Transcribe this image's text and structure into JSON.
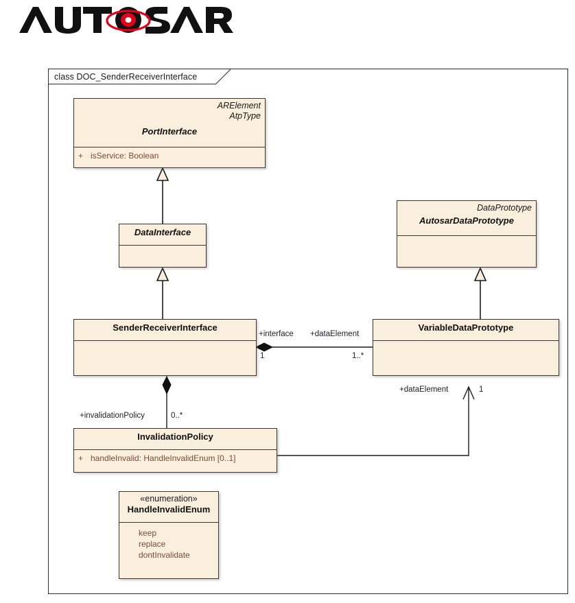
{
  "logo": {
    "alt": "AUTOSAR",
    "text_left": "AUT",
    "text_right": "SAR",
    "accent_color": "#e2001a",
    "text_color": "#111111"
  },
  "frame": {
    "title": "class DOC_SenderReceiverInterface"
  },
  "classes": [
    {
      "id": "portinterface",
      "name": "PortInterface",
      "abstract": true,
      "stereotypes": [
        "ARElement",
        "AtpType"
      ],
      "attributes": [
        {
          "visibility": "+",
          "text": "isService:  Boolean"
        }
      ]
    },
    {
      "id": "datainterface",
      "name": "DataInterface",
      "abstract": true,
      "stereotypes": [],
      "attributes": []
    },
    {
      "id": "autosardataprototype",
      "name": "AutosarDataPrototype",
      "abstract": true,
      "stereotypes": [
        "DataPrototype"
      ],
      "attributes": []
    },
    {
      "id": "senderreceiverinterface",
      "name": "SenderReceiverInterface",
      "abstract": false,
      "stereotypes": [],
      "attributes": []
    },
    {
      "id": "variabledataprototype",
      "name": "VariableDataPrototype",
      "abstract": false,
      "stereotypes": [],
      "attributes": []
    },
    {
      "id": "invalidationpolicy",
      "name": "InvalidationPolicy",
      "abstract": false,
      "stereotypes": [],
      "attributes": [
        {
          "visibility": "+",
          "text": "handleInvalid:  HandleInvalidEnum [0..1]"
        }
      ]
    },
    {
      "id": "handleinvalidenum",
      "name": "HandleInvalidEnum",
      "abstract": false,
      "stereotypes": [
        "«enumeration»"
      ],
      "literals": [
        "keep",
        "replace",
        "dontInvalidate"
      ]
    }
  ],
  "edge_labels": {
    "interface_role": "+interface",
    "interface_mult": "1",
    "dataelement_role": "+dataElement",
    "dataelement_mult": "1..*",
    "invalidationpolicy_role": "+invalidationPolicy",
    "invalidationpolicy_mult": "0..*",
    "dataelement2_role": "+dataElement",
    "dataelement2_mult": "1"
  },
  "colors": {
    "box_fill": "#faeedc",
    "box_border": "#3a3430",
    "attribute_text": "#7d4a38",
    "frame_border": "#2b2b2b",
    "line": "#1a1a1a"
  }
}
